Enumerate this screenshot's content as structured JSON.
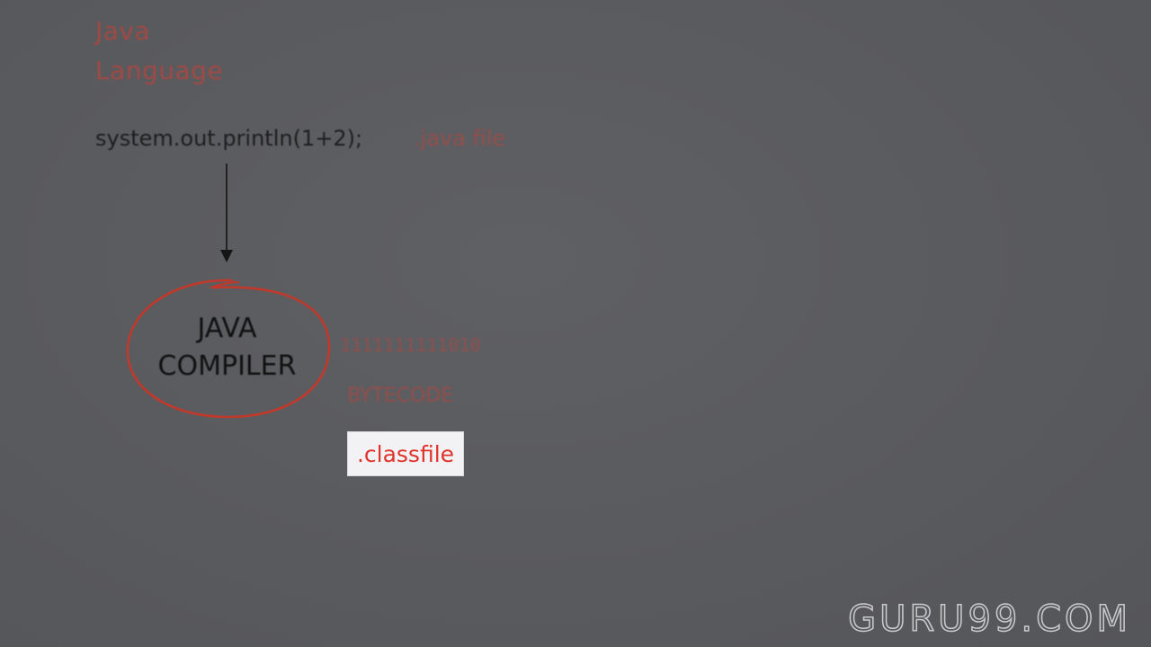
{
  "heading": {
    "line1": "Java",
    "line2": "Language"
  },
  "source": {
    "code": "system.out.println(1+2);",
    "file_type": ".java file"
  },
  "compiler": {
    "line1": "JAVA",
    "line2": "COMPILER"
  },
  "output": {
    "bits": "1111111111010",
    "label": "BYTECODE",
    "file_type": ".classfile"
  },
  "watermark": "GURU99.COM",
  "colors": {
    "background": "#5a5b5f",
    "accent_red": "#e0332b",
    "faded_red": "#b8443c",
    "ink": "#111111"
  }
}
